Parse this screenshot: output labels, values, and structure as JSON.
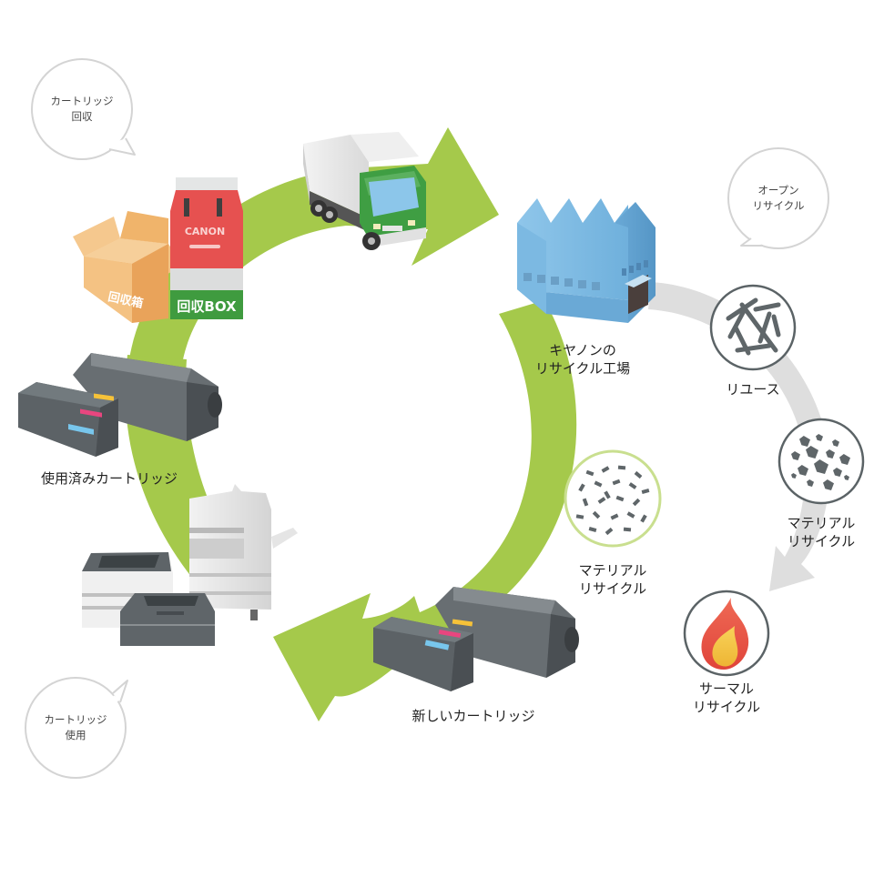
{
  "diagram": {
    "title_hidden": "",
    "colors": {
      "cycle_arrow": "#a5c94b",
      "open_recycle_arrow": "#dedede",
      "bubble_stroke": "#d4d4d4",
      "icon_ring": "#5b6366",
      "factory": "#8cc4e6",
      "truck_cab": "#3f9e43",
      "box_red": "#e24d4c",
      "box_green": "#3f9b3f",
      "cardboard": "#f0b46b",
      "cartridge": "#585e62",
      "flame_outer": "#e8533e",
      "flame_inner": "#f5c342"
    },
    "bubbles": [
      {
        "id": "collection",
        "lines": [
          "カートリッジ",
          "回収"
        ]
      },
      {
        "id": "open",
        "lines": [
          "オープン",
          "リサイクル"
        ]
      },
      {
        "id": "use",
        "lines": [
          "カートリッジ",
          "使用"
        ]
      }
    ],
    "stations": {
      "collection_box": {
        "brand": "CANON",
        "box_label": "回収BOX",
        "cardboard_label": "回収箱"
      },
      "factory": {
        "lines": [
          "キヤノンの",
          "リサイクル工場"
        ]
      },
      "material_inner": {
        "lines": [
          "マテリアル",
          "リサイクル"
        ]
      },
      "new_cartridge": {
        "label": "新しいカートリッジ"
      },
      "used_cartridge": {
        "label": "使用済みカートリッジ"
      }
    },
    "open_recycle_steps": [
      {
        "id": "reuse",
        "lines": [
          "リユース"
        ],
        "icon": "fibers-icon"
      },
      {
        "id": "material",
        "lines": [
          "マテリアル",
          "リサイクル"
        ],
        "icon": "fragments-icon"
      },
      {
        "id": "thermal",
        "lines": [
          "サーマル",
          "リサイクル"
        ],
        "icon": "flame-icon"
      }
    ]
  }
}
